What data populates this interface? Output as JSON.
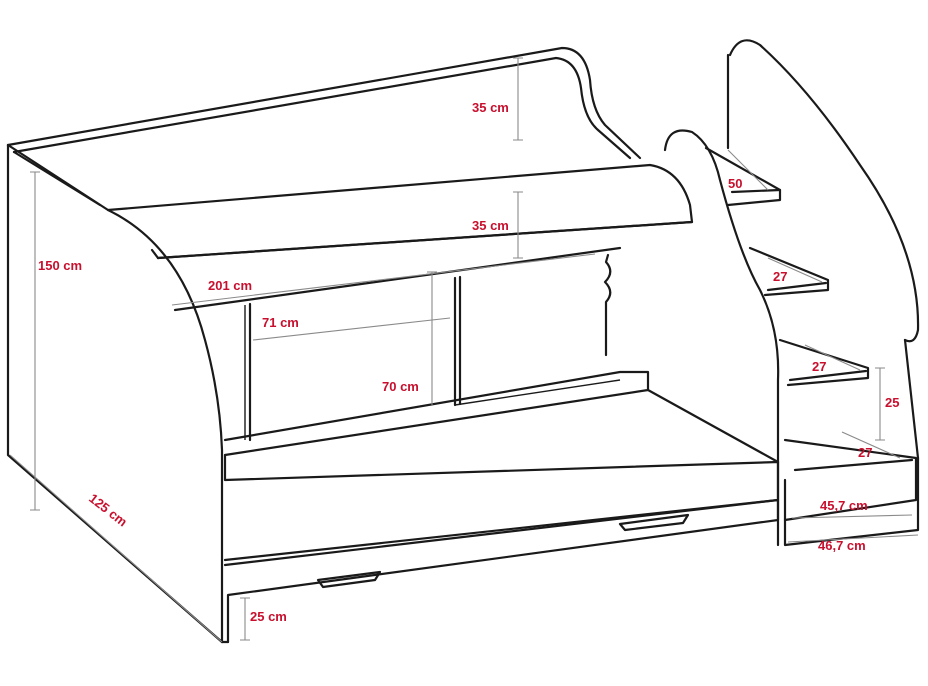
{
  "colors": {
    "outline": "#1a1a1a",
    "dimension_line": "#8a8a8a",
    "label": "#c8102e"
  },
  "dimensions": {
    "overall_height": "150 cm",
    "depth": "125 cm",
    "length": "201 cm",
    "top_guard_height": "35 cm",
    "middle_guard_height": "35 cm",
    "opening_width": "71 cm",
    "opening_height": "70 cm",
    "drawer_height": "25 cm",
    "top_step_depth": "50",
    "step_2_depth": "27",
    "step_3_depth": "27",
    "step_4_depth": "27",
    "step_rise": "25",
    "stair_inner_width": "45,7 cm",
    "stair_outer_width": "46,7 cm"
  }
}
